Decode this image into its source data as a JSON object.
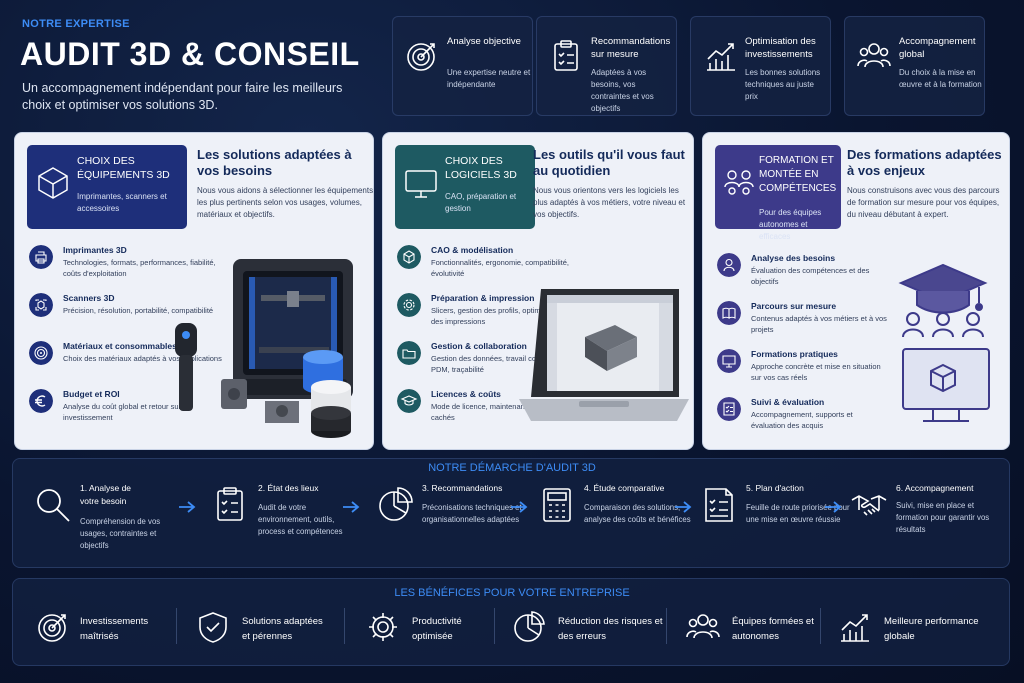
{
  "header": {
    "tag": "NOTRE EXPERTISE",
    "title": "AUDIT 3D & CONSEIL",
    "subtitle": "Un accompagnement indépendant pour faire les meilleurs choix et optimiser vos solutions 3D."
  },
  "features": [
    {
      "icon": "target-icon",
      "title": "Analyse objective",
      "desc": "Une expertise neutre et indépendante"
    },
    {
      "icon": "clipboard-icon",
      "title": "Recommandations sur mesure",
      "desc": "Adaptées à vos besoins, vos contraintes et vos objectifs"
    },
    {
      "icon": "chart-growth-icon",
      "title": "Optimisation des investissements",
      "desc": "Les bonnes solutions techniques au juste prix"
    },
    {
      "icon": "people-icon",
      "title": "Accompagnement global",
      "desc": "Du choix à la mise en œuvre et à la formation"
    }
  ],
  "panels": [
    {
      "badge_title": "Choix des équipements 3D",
      "badge_desc": "Imprimantes, scanners et accessoires",
      "badge_color": "#1e2f7a",
      "heading": "Les solutions adaptées à vos besoins",
      "desc": "Nous vous aidons à sélectionner les équipements les plus pertinents selon vos usages, volumes, matériaux et objectifs.",
      "items": [
        {
          "icon": "printer-icon",
          "title": "Imprimantes 3D",
          "desc": "Technologies, formats, performances, fiabilité, coûts d'exploitation"
        },
        {
          "icon": "scanner-icon",
          "title": "Scanners 3D",
          "desc": "Précision, résolution, portabilité, compatibilité"
        },
        {
          "icon": "filament-icon",
          "title": "Matériaux et consommables",
          "desc": "Choix des matériaux adaptés à vos applications"
        },
        {
          "icon": "euro-icon",
          "title": "Budget et ROI",
          "desc": "Analyse du coût global et retour sur investissement"
        }
      ]
    },
    {
      "badge_title": "Choix des logiciels 3D",
      "badge_desc": "CAO, préparation et gestion",
      "badge_color": "#1e5a62",
      "heading": "Les outils qu'il vous faut au quotidien",
      "desc": "Nous vous orientons vers les logiciels les plus adaptés à vos métiers, votre niveau et vos objectifs.",
      "items": [
        {
          "icon": "cube-icon",
          "title": "CAO & modélisation",
          "desc": "Fonctionnalités, ergonomie, compatibilité, évolutivité"
        },
        {
          "icon": "gear-icon",
          "title": "Préparation & impression",
          "desc": "Slicers, gestion des profils, optimisation des impressions"
        },
        {
          "icon": "folder-icon",
          "title": "Gestion & collaboration",
          "desc": "Gestion des données, travail collaboratif, PDM, traçabilité"
        },
        {
          "icon": "graduation-cap-icon",
          "title": "Licences & coûts",
          "desc": "Mode de licence, maintenance, coûts cachés"
        }
      ]
    },
    {
      "badge_title": "Formation et montée en compétences",
      "badge_desc": "Pour des équipes autonomes et efficaces",
      "badge_color": "#3d3a8a",
      "heading": "Des formations adaptées à vos enjeux",
      "desc": "Nous construisons avec vous des parcours de formation sur mesure pour vos équipes, du niveau débutant à expert.",
      "items": [
        {
          "icon": "user-icon",
          "title": "Analyse des besoins",
          "desc": "Évaluation des compétences et des objectifs"
        },
        {
          "icon": "book-icon",
          "title": "Parcours sur mesure",
          "desc": "Contenus adaptés à vos métiers et à vos projets"
        },
        {
          "icon": "presentation-icon",
          "title": "Formations pratiques",
          "desc": "Approche concrète et mise en situation sur vos cas réels"
        },
        {
          "icon": "checklist-icon",
          "title": "Suivi & évaluation",
          "desc": "Accompagnement, supports et évaluation des acquis"
        }
      ]
    }
  ],
  "process": {
    "title": "NOTRE DÉMARCHE D'AUDIT 3D",
    "steps": [
      {
        "icon": "magnifier-icon",
        "title": "1. Analyse de votre besoin",
        "desc": "Compréhension de vos usages, contraintes et objectifs"
      },
      {
        "icon": "clipboard-icon",
        "title": "2. État des lieux",
        "desc": "Audit de votre environnement, outils, process et compétences"
      },
      {
        "icon": "pie-chart-icon",
        "title": "3. Recommandations",
        "desc": "Préconisations techniques et organisationnelles adaptées"
      },
      {
        "icon": "calculator-icon",
        "title": "4. Étude comparative",
        "desc": "Comparaison des solutions, analyse des coûts et bénéfices"
      },
      {
        "icon": "checklist-icon",
        "title": "5. Plan d'action",
        "desc": "Feuille de route priorisée pour une mise en œuvre réussie"
      },
      {
        "icon": "handshake-icon",
        "title": "6. Accompagnement",
        "desc": "Suivi, mise en place et formation pour garantir vos résultats"
      }
    ]
  },
  "benefits": {
    "title": "LES BÉNÉFICES POUR VOTRE ENTREPRISE",
    "items": [
      {
        "icon": "target-icon",
        "label": "Investissements maîtrisés"
      },
      {
        "icon": "shield-check-icon",
        "label": "Solutions adaptées et pérennes"
      },
      {
        "icon": "gear-icon",
        "label": "Productivité optimisée"
      },
      {
        "icon": "pie-chart-icon",
        "label": "Réduction des risques et des erreurs"
      },
      {
        "icon": "people-icon",
        "label": "Équipes formées et autonomes"
      },
      {
        "icon": "chart-growth-icon",
        "label": "Meilleure performance globale"
      }
    ]
  },
  "colors": {
    "accent": "#3d8cf5",
    "navy": "#0a1530",
    "panel": "#eef1f8"
  }
}
